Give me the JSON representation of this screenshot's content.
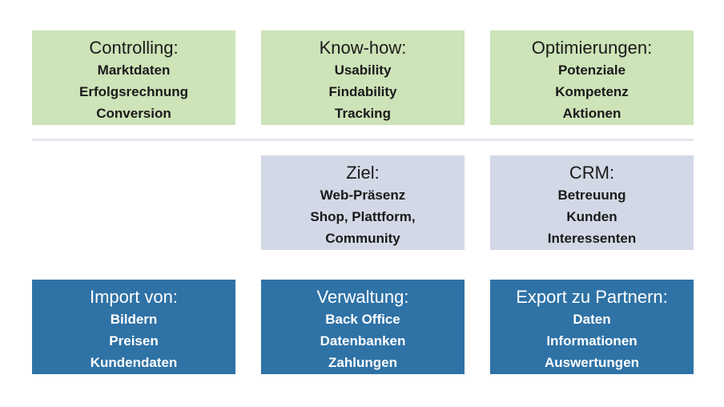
{
  "colors": {
    "green": "#cde3b8",
    "lavender": "#d3d8e6",
    "blue": "#2e72a6",
    "divider": "#e3e6ec"
  },
  "row1": [
    {
      "title": "Controlling:",
      "items": [
        "Marktdaten",
        "Erfolgsrechnung",
        "Conversion"
      ]
    },
    {
      "title": "Know-how:",
      "items": [
        "Usability",
        "Findability",
        "Tracking"
      ]
    },
    {
      "title": "Optimierungen:",
      "items": [
        "Potenziale",
        "Kompetenz",
        "Aktionen"
      ]
    }
  ],
  "row2": [
    {
      "title": "Ziel:",
      "items": [
        "Web-Präsenz",
        "Shop, Plattform,",
        "Community"
      ]
    },
    {
      "title": "CRM:",
      "items": [
        "Betreuung",
        "Kunden",
        "Interessenten"
      ]
    }
  ],
  "row3": [
    {
      "title": "Import von:",
      "items": [
        "Bildern",
        "Preisen",
        "Kundendaten"
      ]
    },
    {
      "title": "Verwaltung:",
      "items": [
        "Back Office",
        "Datenbanken",
        "Zahlungen"
      ]
    },
    {
      "title": "Export zu Partnern:",
      "items": [
        "Daten",
        "Informationen",
        "Auswertungen"
      ]
    }
  ]
}
